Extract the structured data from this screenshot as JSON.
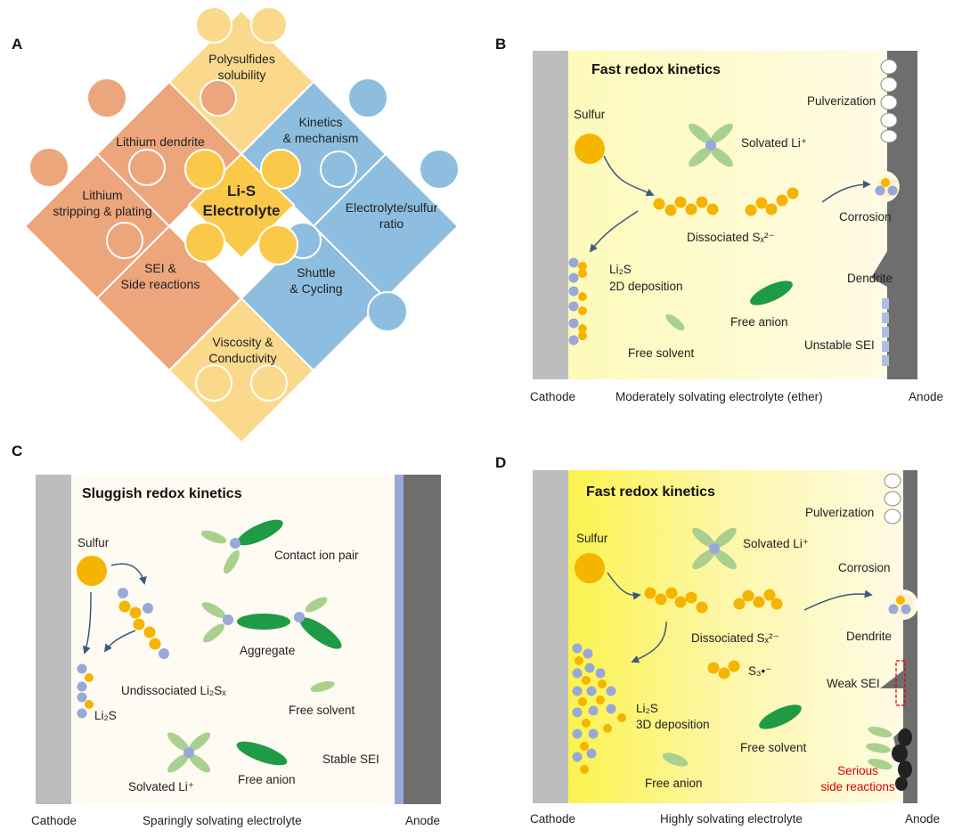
{
  "panels": {
    "a": {
      "label": "A",
      "center": [
        "Li-S",
        "Electrolyte"
      ],
      "pieces": [
        [
          "Polysulfides",
          "solubility"
        ],
        [
          "Kinetics",
          "& mechanism"
        ],
        [
          "Electrolyte/sulfur",
          "ratio"
        ],
        [
          "Shuttle",
          "& Cycling"
        ],
        [
          "Viscosity &",
          "Conductivity"
        ],
        [
          "SEI &",
          "Side reactions"
        ],
        [
          "Lithium",
          "stripping & plating"
        ],
        [
          "Lithium dendrite"
        ]
      ]
    },
    "b": {
      "label": "B",
      "title": "Fast redox kinetics",
      "sulfur": "Sulfur",
      "solvated_li": "Solvated Li⁺",
      "pulverization": "Pulverization",
      "corrosion": "Corrosion",
      "dissociated": "Dissociated Sₓ²⁻",
      "li2s": "Li₂S",
      "deposition": "2D deposition",
      "dendrite": "Dendrite",
      "free_anion": "Free anion",
      "free_solvent": "Free solvent",
      "unstable_sei": "Unstable SEI",
      "cathode": "Cathode",
      "electrolyte": "Moderately solvating electrolyte (ether)",
      "anode": "Anode"
    },
    "c": {
      "label": "C",
      "title": "Sluggish redox kinetics",
      "sulfur": "Sulfur",
      "contact_ion_pair": "Contact ion pair",
      "aggregate": "Aggregate",
      "undissociated": "Undissociated Li₂Sₓ",
      "li2s": "Li₂S",
      "free_solvent": "Free solvent",
      "stable_sei": "Stable SEI",
      "solvated_li": "Solvated Li⁺",
      "free_anion": "Free anion",
      "cathode": "Cathode",
      "electrolyte": "Sparingly solvating electrolyte",
      "anode": "Anode"
    },
    "d": {
      "label": "D",
      "title": "Fast redox kinetics",
      "sulfur": "Sulfur",
      "solvated_li": "Solvated Li⁺",
      "pulverization": "Pulverization",
      "corrosion": "Corrosion",
      "dendrite": "Dendrite",
      "dissociated": "Dissociated Sₓ²⁻",
      "s3": "S₃•⁻",
      "weak_sei": "Weak SEI",
      "li2s": "Li₂S",
      "deposition": "3D deposition",
      "free_solvent": "Free solvent",
      "serious": [
        "Serious",
        "side reactions"
      ],
      "free_anion": "Free anion",
      "cathode": "Cathode",
      "electrolyte": "Highly solvating electrolyte",
      "anode": "Anode"
    }
  },
  "colors": {
    "orange_piece": "#eda57c",
    "blue_piece": "#8dbedf",
    "yellow_piece": "#fbd98c",
    "center_piece": "#fbc94a",
    "sulfur": "#f5b400",
    "lithium": "#98a8d8",
    "anion": "#1f9a45",
    "solvent": "#a9d08e",
    "warning_text": "#e00000"
  }
}
